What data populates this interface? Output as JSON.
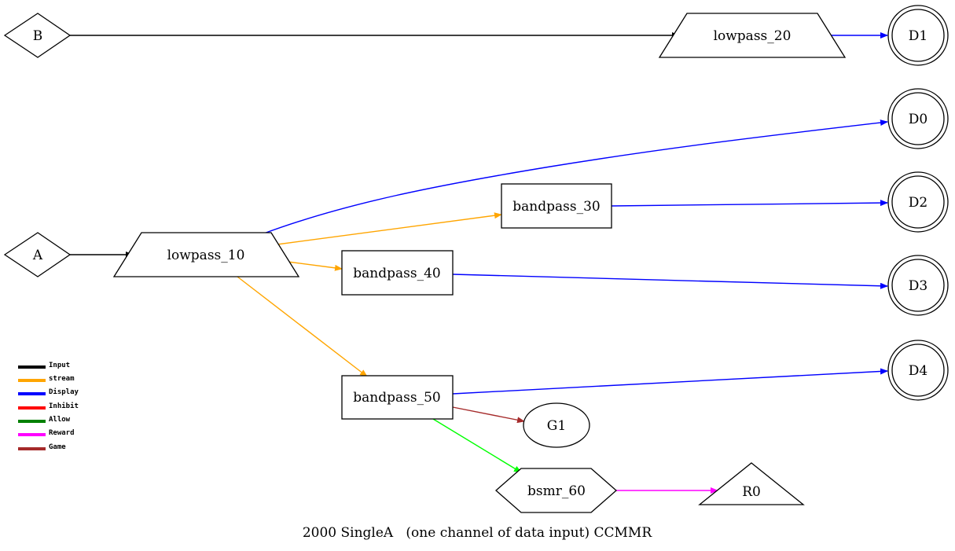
{
  "caption": "2000 SingleA   (one channel of data input) CCMMR",
  "colors": {
    "input": "#000000",
    "stream": "#ffa500",
    "display": "#0000ff",
    "inhibit": "#ff0000",
    "allow": "#008000",
    "reward": "#ff00ff",
    "game": "#a52a2a",
    "allow_edge": "#00ff00"
  },
  "nodes": {
    "B": "B",
    "A": "A",
    "lowpass_20": "lowpass_20",
    "lowpass_10": "lowpass_10",
    "bandpass_30": "bandpass_30",
    "bandpass_40": "bandpass_40",
    "bandpass_50": "bandpass_50",
    "bsmr_60": "bsmr_60",
    "G1": "G1",
    "R0": "R0",
    "D0": "D0",
    "D1": "D1",
    "D2": "D2",
    "D3": "D3",
    "D4": "D4"
  },
  "legend": [
    {
      "label": "Input",
      "color": "#000000"
    },
    {
      "label": "stream",
      "color": "#ffa500"
    },
    {
      "label": "Display",
      "color": "#0000ff"
    },
    {
      "label": "Inhibit",
      "color": "#ff0000"
    },
    {
      "label": "Allow",
      "color": "#008000"
    },
    {
      "label": "Reward",
      "color": "#ff00ff"
    },
    {
      "label": "Game",
      "color": "#a52a2a"
    }
  ]
}
